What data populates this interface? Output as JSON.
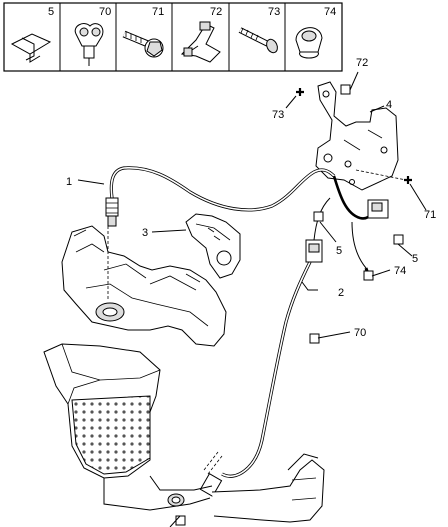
{
  "parts_header": [
    {
      "ref": "5",
      "icon": "clip-icon"
    },
    {
      "ref": "70",
      "icon": "harness-clip-icon"
    },
    {
      "ref": "71",
      "icon": "bolt-washer-icon"
    },
    {
      "ref": "72",
      "icon": "cable-clip-icon"
    },
    {
      "ref": "73",
      "icon": "screw-icon"
    },
    {
      "ref": "74",
      "icon": "grommet-clip-icon"
    }
  ],
  "callouts": {
    "c1": "1",
    "c2": "2",
    "c3": "3",
    "c4": "4",
    "c5a": "5",
    "c5b": "5",
    "c70": "70",
    "c71": "71",
    "c72": "72",
    "c73": "73",
    "c74": "74"
  }
}
